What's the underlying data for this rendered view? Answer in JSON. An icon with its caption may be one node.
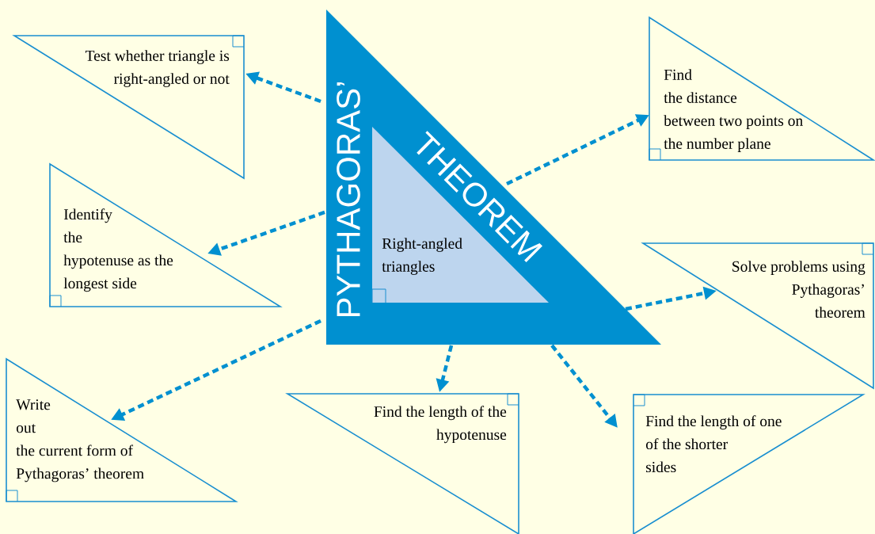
{
  "diagram": {
    "nodes": [
      {
        "text": [
          "PYTHAGORAS’",
          "THEOREM"
        ]
      },
      {
        "text": [
          "Right-angled triangles"
        ],
        "in": 0
      },
      {
        "text": [
          "Test whether triangle is right-angled or not"
        ]
      },
      {
        "text": [
          "Find the distance between two points on the number plane"
        ]
      },
      {
        "text": [
          "Identify the hypotenuse as the longest side"
        ]
      },
      {
        "text": [
          "Solve problems using Pythagoras’ theorem"
        ]
      },
      {
        "text": [
          "Write out the current form of Pythagoras’ theorem"
        ]
      },
      {
        "text": [
          "Find the length of the hypotenuse"
        ]
      },
      {
        "text": [
          "Find the length of one of the shorter sides"
        ]
      }
    ],
    "edges": [
      {
        "from": 0,
        "to": 2,
        "arrow": "to",
        "style": "dashed"
      },
      {
        "from": 0,
        "to": 3,
        "arrow": "to",
        "style": "dashed"
      },
      {
        "from": 0,
        "to": 4,
        "arrow": "to",
        "style": "dashed"
      },
      {
        "from": 0,
        "to": 5,
        "arrow": "to",
        "style": "dashed"
      },
      {
        "from": 0,
        "to": 6,
        "arrow": "to",
        "style": "dashed"
      },
      {
        "from": 0,
        "to": 7,
        "arrow": "to",
        "style": "dashed"
      },
      {
        "from": 0,
        "to": 8,
        "arrow": "to",
        "style": "dashed"
      }
    ]
  }
}
